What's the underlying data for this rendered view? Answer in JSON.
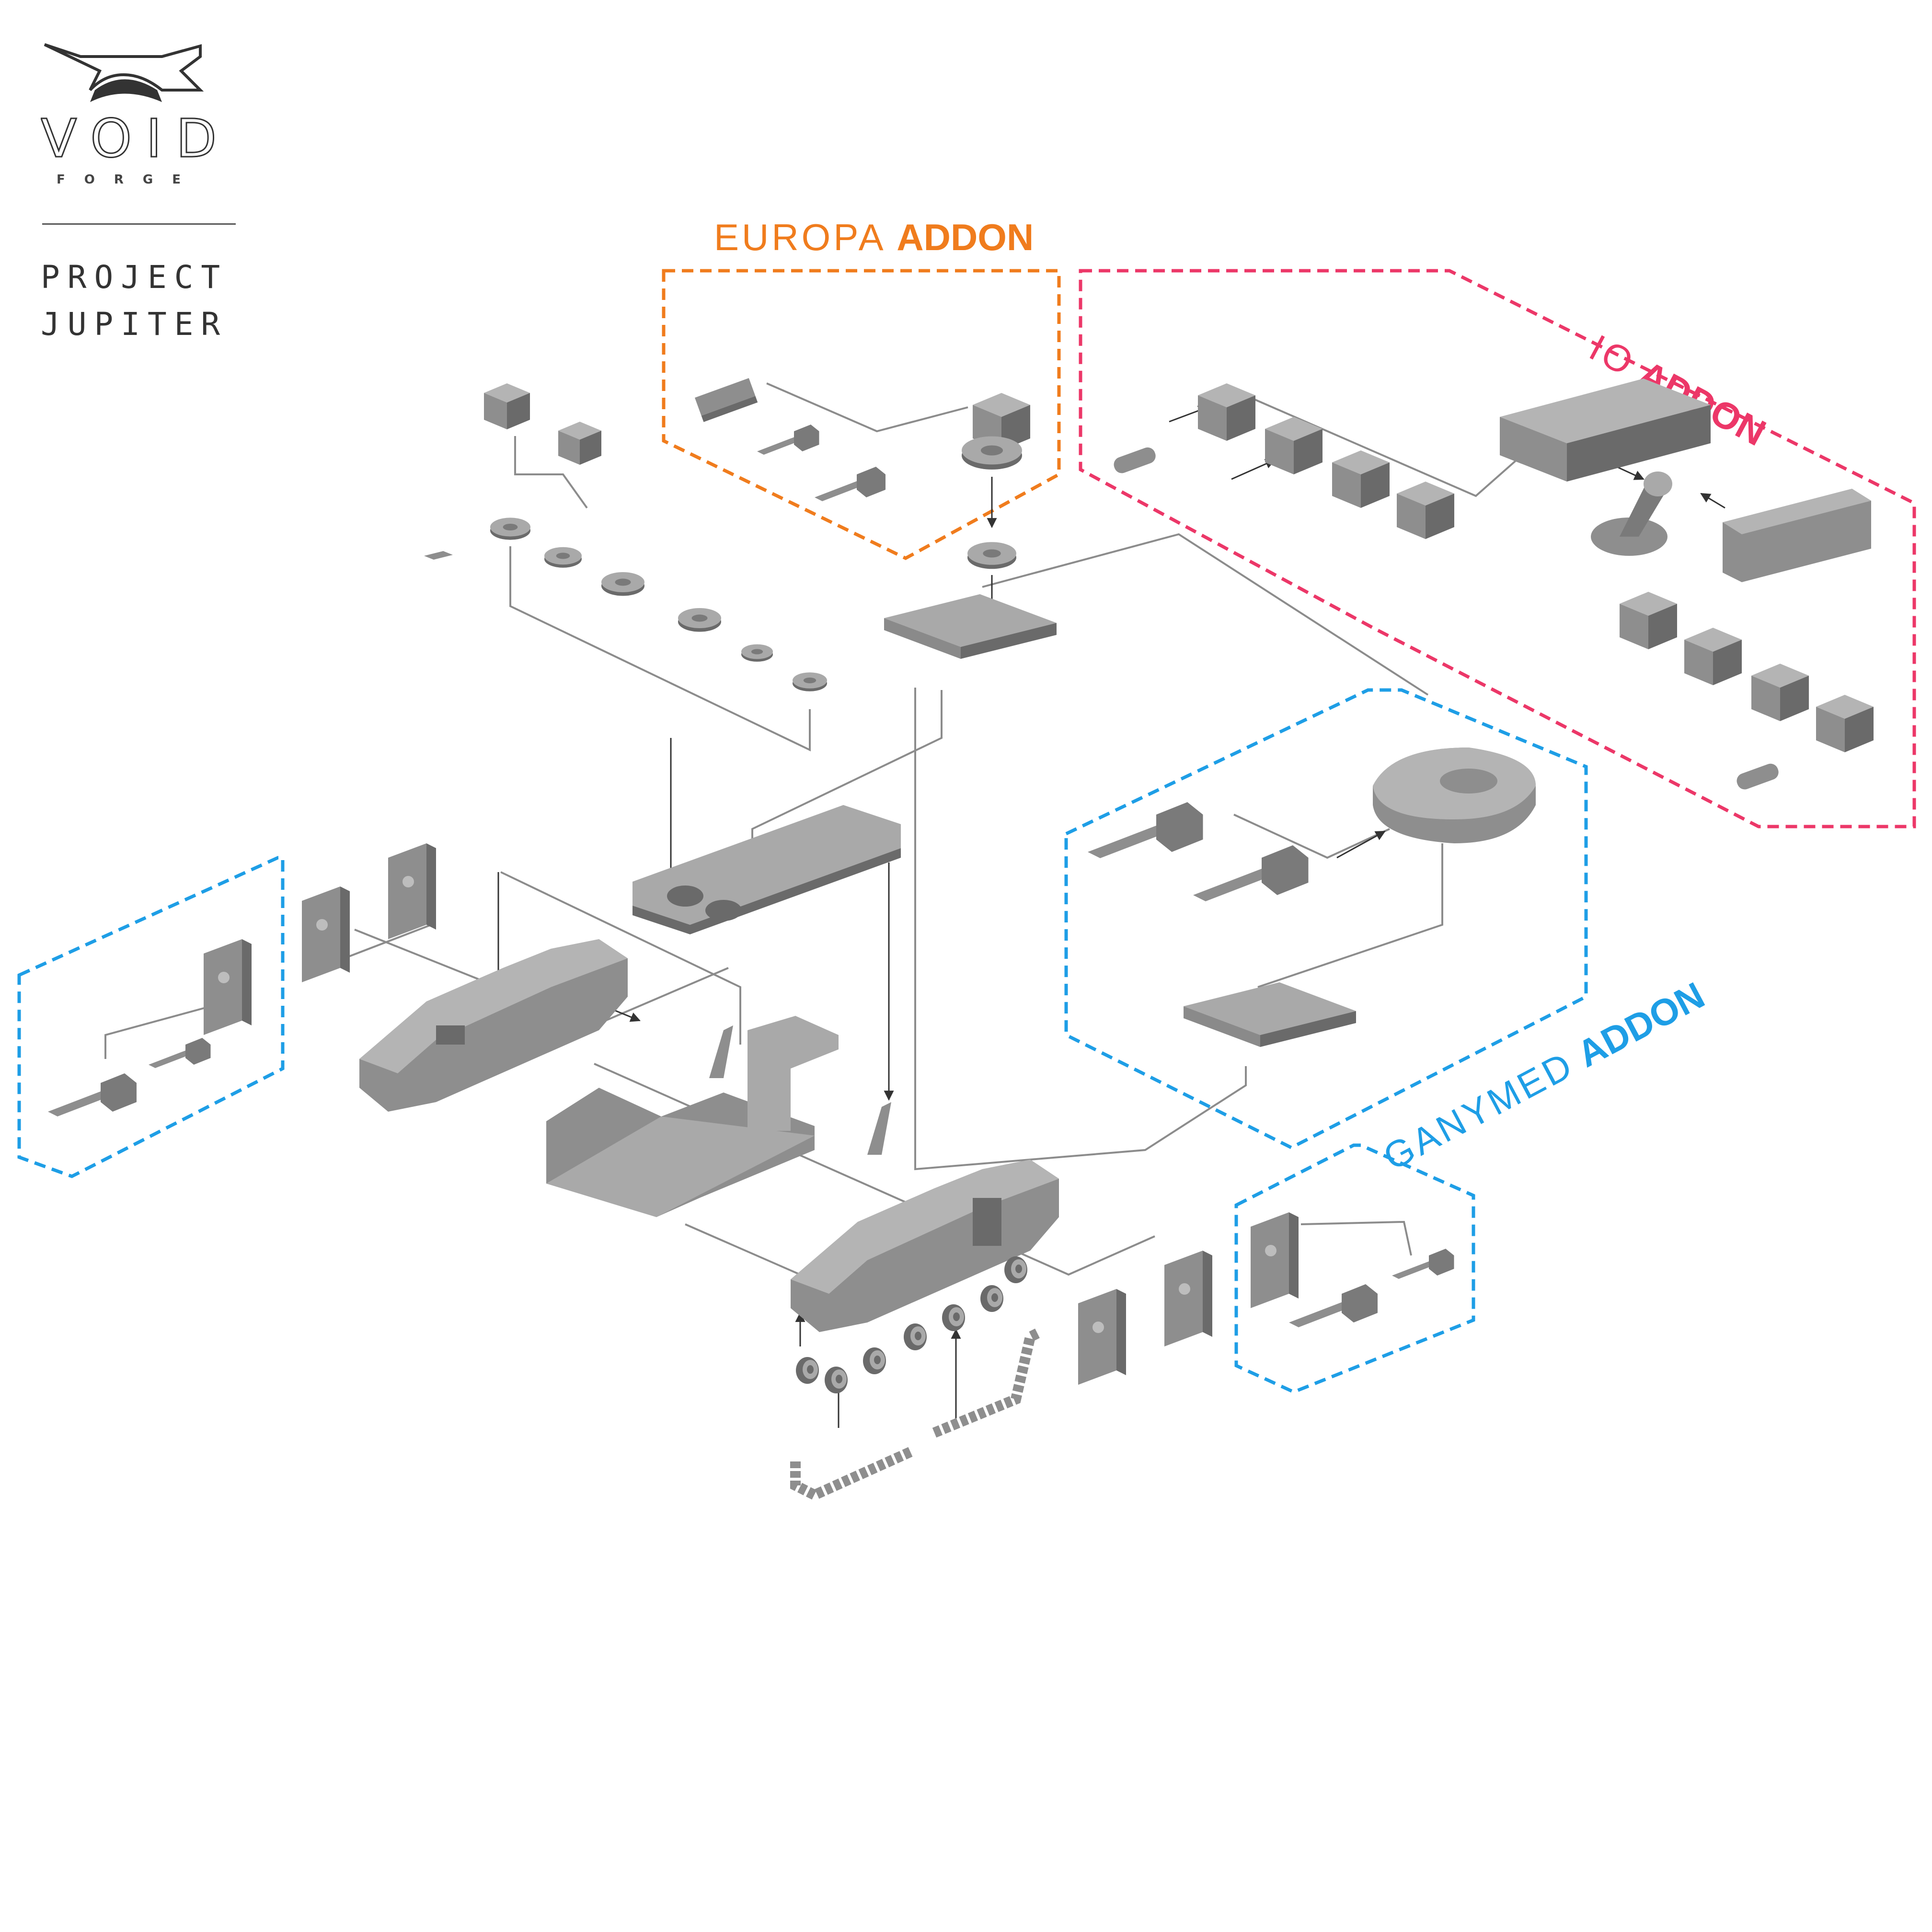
{
  "brand": {
    "logo_icon": "void-forge-emblem",
    "wordmark": "VOID",
    "sub": "FORGE",
    "project_line1": "PROJECT",
    "project_line2": "JUPITER"
  },
  "addons": {
    "europa": {
      "name": "EUROPA",
      "tag": "ADDON",
      "color": "#f07c1d"
    },
    "io": {
      "name": "IO",
      "tag": "ADDON",
      "color": "#ec3768"
    },
    "ganymed": {
      "name": "GANYMED",
      "tag": "ADDON",
      "color": "#1e9ee6"
    }
  },
  "colors": {
    "part_fill": "#8e8e8e",
    "part_dark": "#6a6a6a",
    "part_light": "#b4b4b4",
    "leader": "#8c8c8c"
  }
}
